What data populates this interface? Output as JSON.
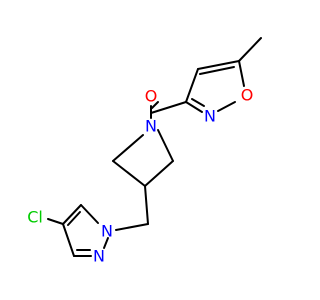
{
  "molecule": {
    "atoms": {
      "o_carbonyl": "O",
      "o_ring": "O",
      "n_isoxazole": "N",
      "n_azetidine": "N",
      "n1_pyrazole": "N",
      "n2_pyrazole": "N",
      "cl": "Cl"
    },
    "colors": {
      "oxygen": "#ff0000",
      "nitrogen": "#0000ff",
      "chlorine": "#00cc00",
      "bond": "#000000"
    }
  }
}
